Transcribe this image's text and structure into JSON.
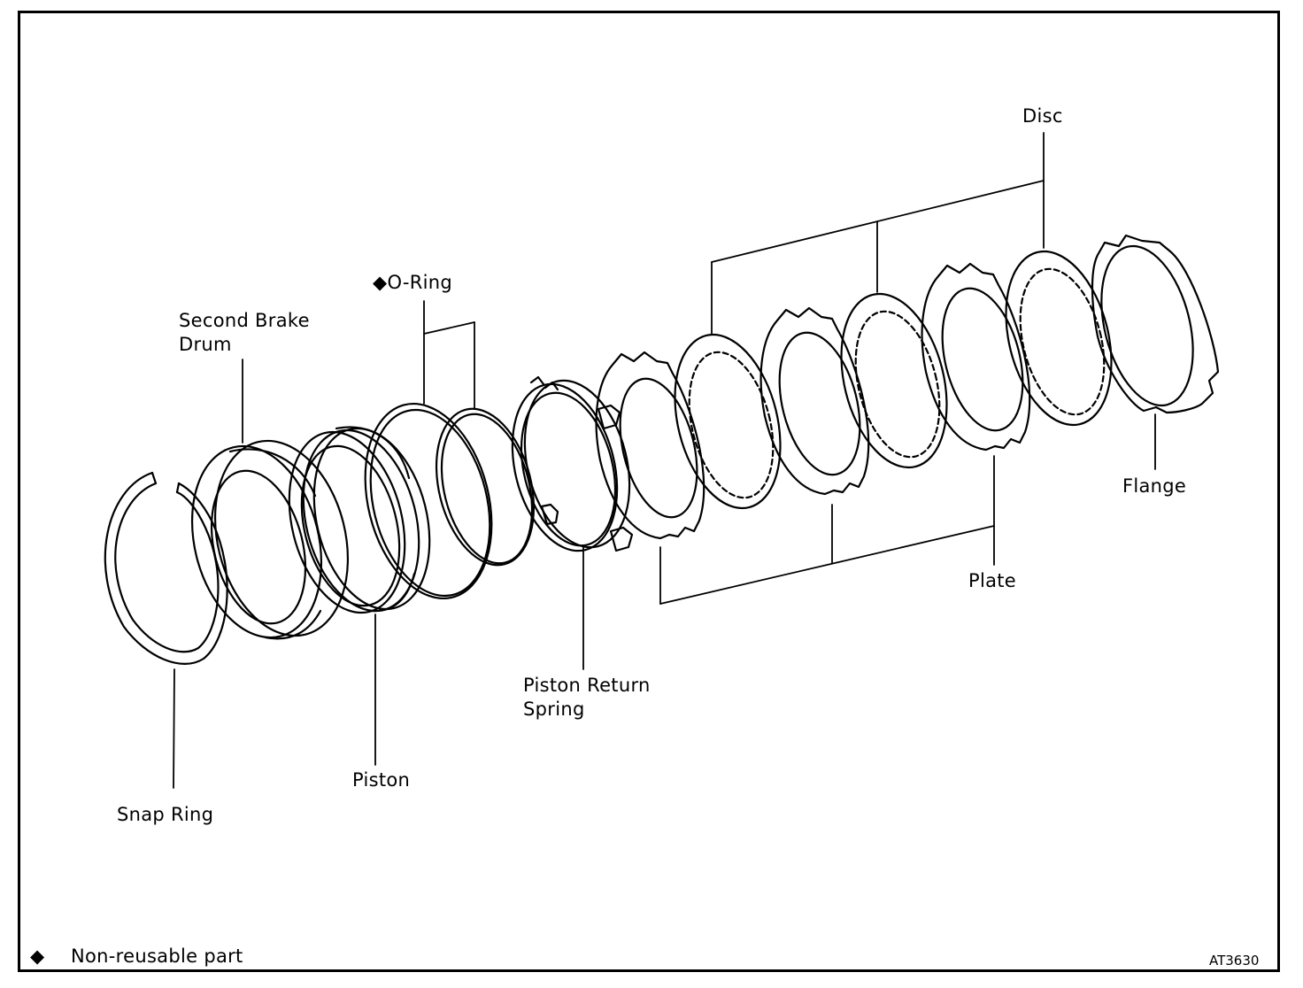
{
  "labels": {
    "disc": "Disc",
    "o_ring": "O-Ring",
    "o_ring_marker": "◆",
    "second_brake_drum_line1": "Second Brake",
    "second_brake_drum_line2": "Drum",
    "flange": "Flange",
    "plate": "Plate",
    "piston_return_spring_line1": "Piston Return",
    "piston_return_spring_line2": "Spring",
    "piston": "Piston",
    "snap_ring": "Snap Ring"
  },
  "legend": {
    "marker": "◆",
    "text": "Non-reusable part"
  },
  "figure_code": "AT3630"
}
